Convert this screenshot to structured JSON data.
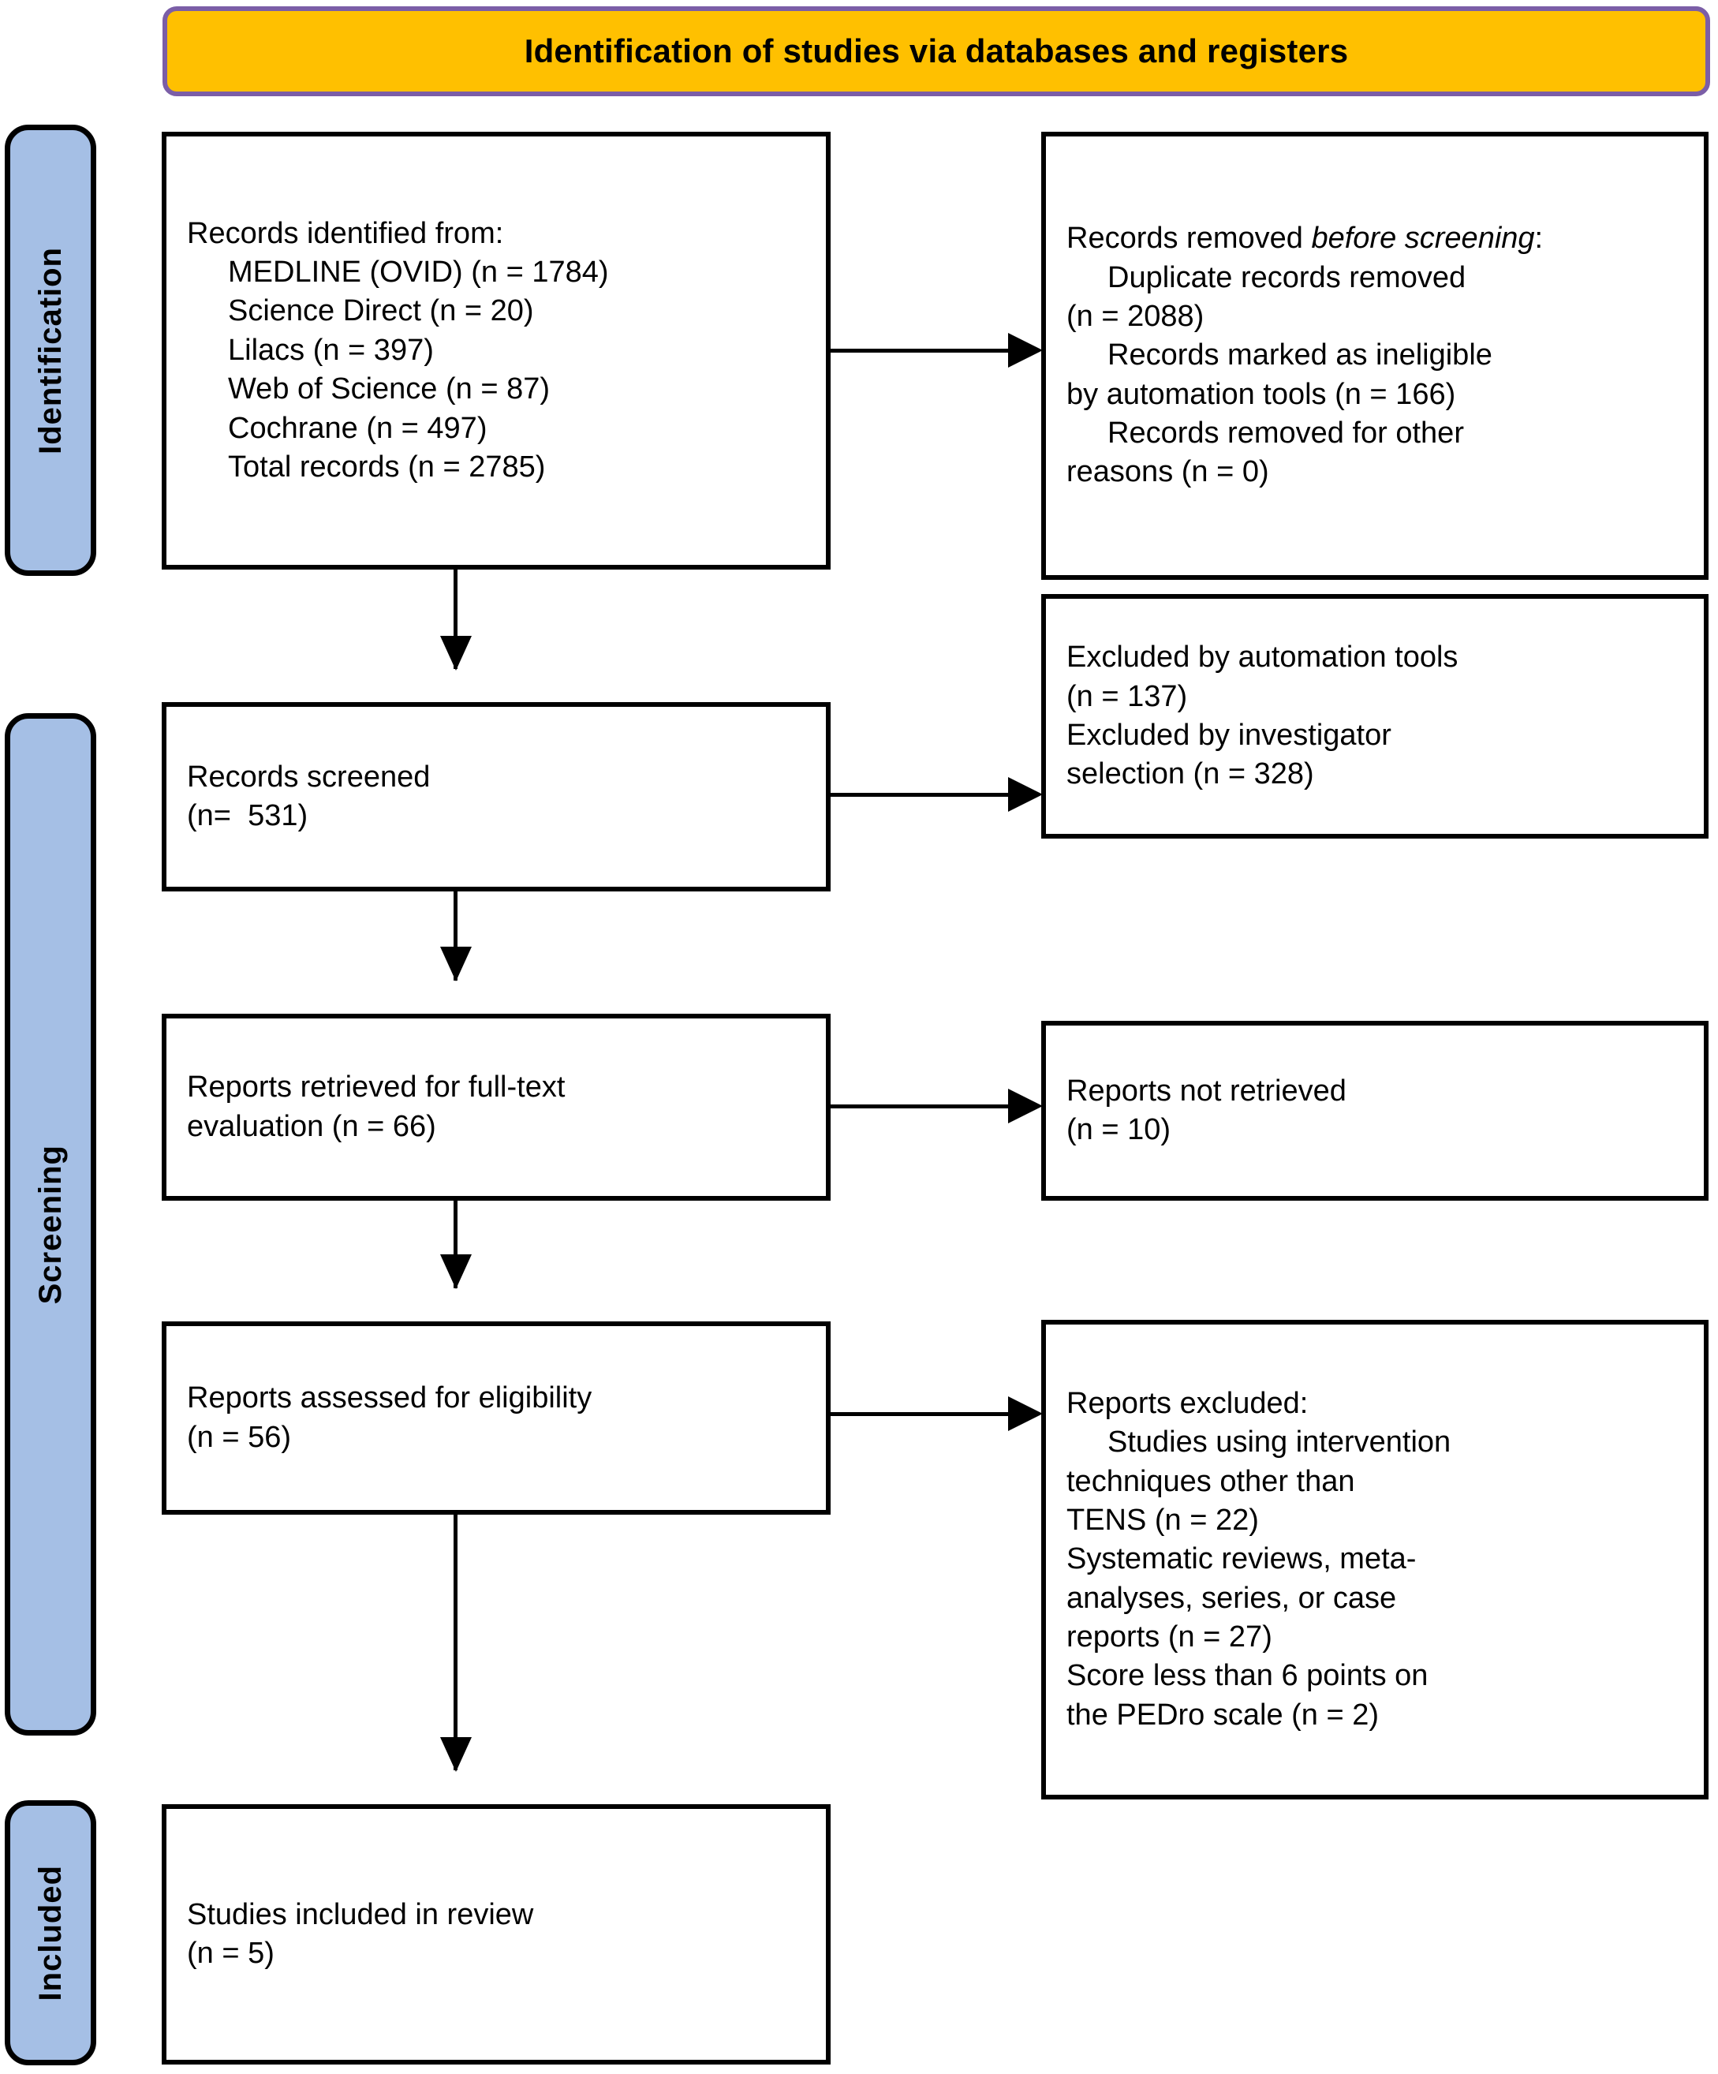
{
  "banner": {
    "title": "Identification of studies via databases and registers",
    "fill_color": "#FFC000",
    "border_color": "#7B5EA7"
  },
  "stages": {
    "fill_color": "#A5BFE5",
    "identification": "Identification",
    "screening": "Screening",
    "included": "Included"
  },
  "boxes": {
    "identified": {
      "heading": "Records identified from:",
      "lines": [
        "MEDLINE (OVID) (n = 1784)",
        "Science Direct (n = 20)",
        "Lilacs (n = 397)",
        "Web of Science (n = 87)",
        "Cochrane (n = 497)",
        "Total records (n = 2785)"
      ]
    },
    "removed_before_screening": {
      "heading_pre": "Records removed ",
      "heading_italic": "before screening",
      "heading_post": ":",
      "lines": [
        "Duplicate records removed",
        "(n = 2088)",
        "Records marked as ineligible",
        "by automation tools (n = 166)",
        "Records removed for other",
        "reasons (n = 0)"
      ]
    },
    "screened": {
      "lines": [
        "Records screened",
        "(n=  531)"
      ]
    },
    "excluded_screening": {
      "lines": [
        "Excluded by automation tools",
        "(n = 137)",
        "Excluded by investigator",
        "selection (n = 328)"
      ]
    },
    "retrieved": {
      "lines": [
        "Reports retrieved for full-text",
        "evaluation (n = 66)"
      ]
    },
    "not_retrieved": {
      "lines": [
        "Reports not retrieved",
        "(n = 10)"
      ]
    },
    "assessed": {
      "lines": [
        "Reports assessed for eligibility",
        "(n = 56)"
      ]
    },
    "reports_excluded": {
      "heading": "Reports excluded:",
      "lines": [
        "Studies using intervention",
        "techniques other than",
        "TENS (n = 22)",
        "Systematic reviews, meta-",
        "analyses, series, or case",
        "reports (n = 27)",
        "Score less than 6 points on",
        "the PEDro scale (n = 2)"
      ]
    },
    "included_review": {
      "lines": [
        "Studies included in review",
        "(n = 5)"
      ]
    }
  },
  "chart_data": {
    "type": "diagram",
    "title": "Identification of studies via databases and registers",
    "flow": [
      {
        "stage": "Identification",
        "node": "Records identified from",
        "total": 2785,
        "sources": [
          {
            "name": "MEDLINE (OVID)",
            "n": 1784
          },
          {
            "name": "Science Direct",
            "n": 20
          },
          {
            "name": "Lilacs",
            "n": 397
          },
          {
            "name": "Web of Science",
            "n": 87
          },
          {
            "name": "Cochrane",
            "n": 497
          }
        ]
      },
      {
        "stage": "Identification",
        "node": "Records removed before screening",
        "reasons": [
          {
            "name": "Duplicate records removed",
            "n": 2088
          },
          {
            "name": "Records marked as ineligible by automation tools",
            "n": 166
          },
          {
            "name": "Records removed for other reasons",
            "n": 0
          }
        ]
      },
      {
        "stage": "Screening",
        "node": "Records screened",
        "n": 531
      },
      {
        "stage": "Screening",
        "node": "Records excluded",
        "reasons": [
          {
            "name": "Excluded by automation tools",
            "n": 137
          },
          {
            "name": "Excluded by investigator selection",
            "n": 328
          }
        ]
      },
      {
        "stage": "Screening",
        "node": "Reports retrieved for full-text evaluation",
        "n": 66
      },
      {
        "stage": "Screening",
        "node": "Reports not retrieved",
        "n": 10
      },
      {
        "stage": "Screening",
        "node": "Reports assessed for eligibility",
        "n": 56
      },
      {
        "stage": "Screening",
        "node": "Reports excluded",
        "reasons": [
          {
            "name": "Studies using intervention techniques other than TENS",
            "n": 22
          },
          {
            "name": "Systematic reviews, meta-analyses, series, or case reports",
            "n": 27
          },
          {
            "name": "Score less than 6 points on the PEDro scale",
            "n": 2
          }
        ]
      },
      {
        "stage": "Included",
        "node": "Studies included in review",
        "n": 5
      }
    ]
  }
}
